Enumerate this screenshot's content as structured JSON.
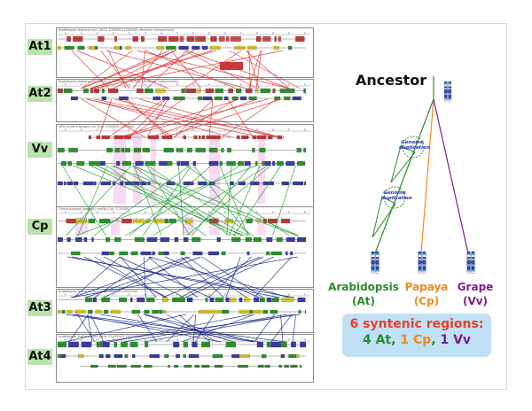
{
  "rows": [
    {
      "id": "at1",
      "label": "At1",
      "title": "Arabidopsis thaliana chr1 (At1): 1258001-1281000 (Reverse Complement)"
    },
    {
      "id": "at2",
      "label": "At2",
      "title": "Arabidopsis thaliana chr2 (At2): 17740001-17763000 (Reverse Complement)"
    },
    {
      "id": "vv",
      "label": "Vv",
      "title": "Vitis vinifera (grape) chr (Vv): 1330001-1350000"
    },
    {
      "id": "cp",
      "label": "Cp",
      "title": "Carica papaya (papaya) contig (Cp): 1-25000"
    },
    {
      "id": "at3",
      "label": "At3",
      "title": "Arabidopsis thaliana chr3 (At3): 3010001-3032000"
    },
    {
      "id": "at4",
      "label": "At4",
      "title": "Arabidopsis thaliana chr4 (At4): 15431001-15454000"
    }
  ],
  "tree": {
    "ancestor_label": "Ancestor",
    "duplication_label_1": "Genome duplication",
    "duplication_label_2": "Genome duplication",
    "species": {
      "arabidopsis_name": "Arabidopsis",
      "arabidopsis_code": "(At)",
      "papaya_name": "Papaya",
      "papaya_code": "(Cp)",
      "grape_name": "Grape",
      "grape_code": "(Vv)"
    },
    "branch_colors": {
      "arabidopsis": "#2d8a2d",
      "papaya": "#f08a1a",
      "grape": "#7b1f8a"
    }
  },
  "summary": {
    "title": "6 syntenic regions:",
    "at_count": "4 At",
    "sep1": ", ",
    "cp_count": "1 Cp",
    "sep2": ", ",
    "vv_count": "1 Vv"
  },
  "colors": {
    "at_label_bg": "#b9e3ad",
    "red_link": "#e03030",
    "green_link": "#1a9a2a",
    "blue_link": "#1a2a8a",
    "summary_bg": "#bfe0f5",
    "summary_title": "#e8402a"
  }
}
